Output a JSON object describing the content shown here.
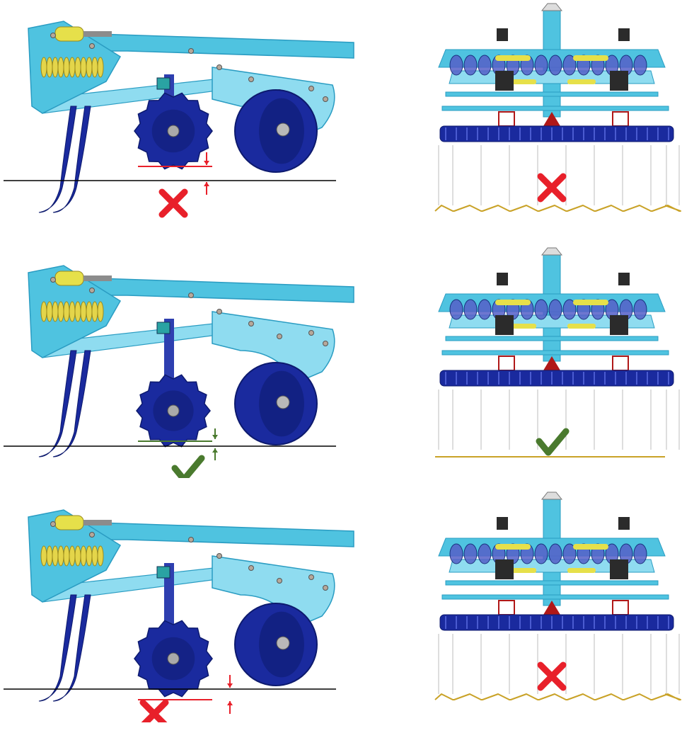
{
  "colors": {
    "frame": "#4fc3e0",
    "frame_light": "#8fdcf0",
    "frame_dark": "#2a9cc2",
    "disc": "#1a2a9e",
    "disc_dark": "#0d1a6e",
    "spring": "#e4d54a",
    "spring_dark": "#9a8b1e",
    "cylinder": "#e6e04a",
    "ground": "#000000",
    "soil_profile": "#c9a227",
    "guide_lines": "#bdbdbd",
    "wrong": "#e8202a",
    "correct": "#4a7a2e",
    "light_red": "#b01818",
    "box_dark": "#2b2b2b"
  },
  "rows": [
    {
      "status": "wrong",
      "status_icon": "cross-icon",
      "depth_setting": "disc-above-ground",
      "soil_profile": "uneven-ridges"
    },
    {
      "status": "correct",
      "status_icon": "check-icon",
      "depth_setting": "disc-slightly-above-ground",
      "soil_profile": "level"
    },
    {
      "status": "wrong",
      "status_icon": "cross-icon",
      "depth_setting": "disc-below-ground",
      "soil_profile": "uneven-ridges"
    }
  ]
}
